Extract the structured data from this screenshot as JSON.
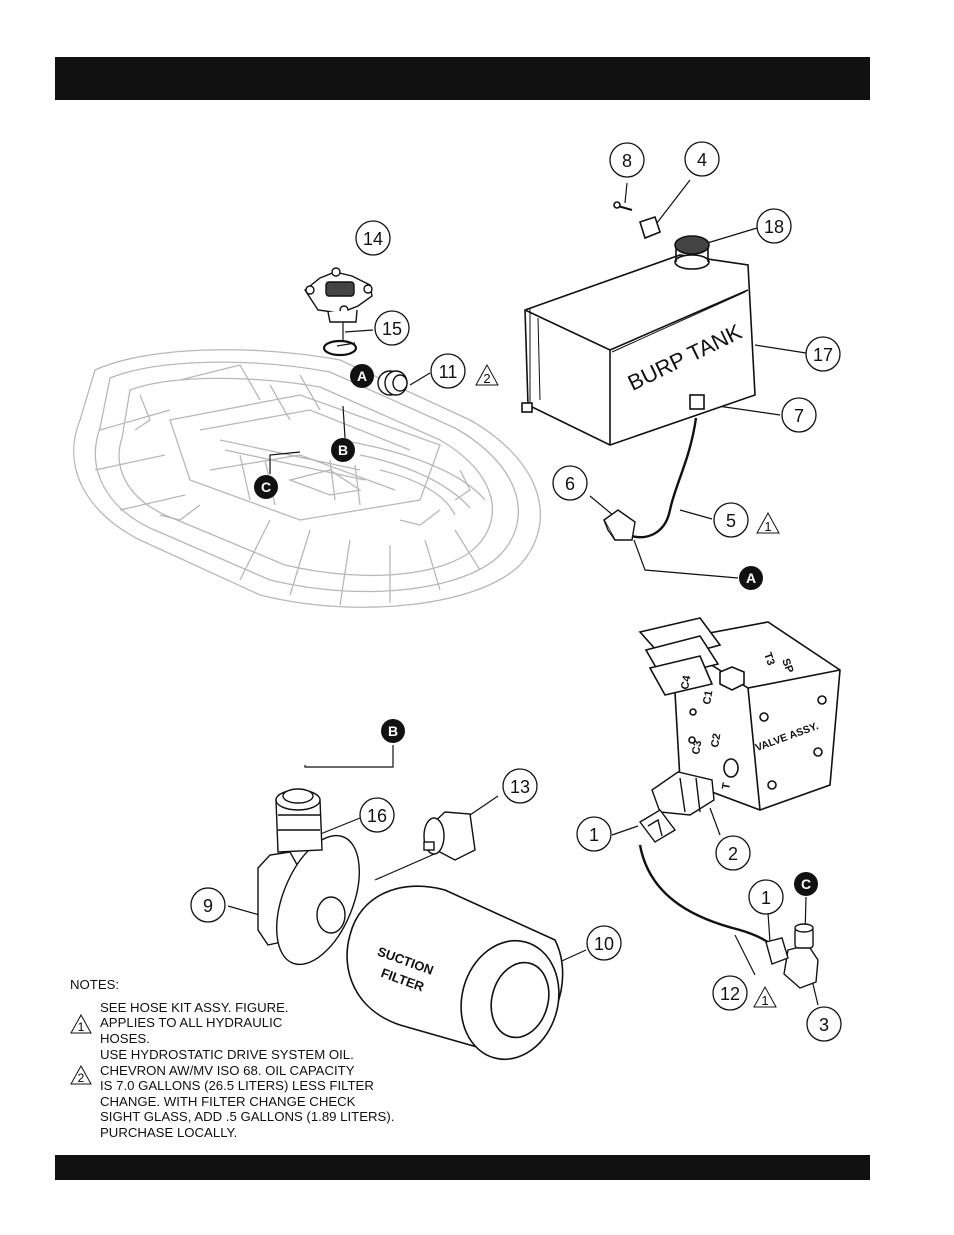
{
  "callouts": {
    "c1a": "1",
    "c1b": "1",
    "c2": "2",
    "c3": "3",
    "c4": "4",
    "c5": "5",
    "c6": "6",
    "c7": "7",
    "c8": "8",
    "c9": "9",
    "c10": "10",
    "c11": "11",
    "c12": "12",
    "c13": "13",
    "c14": "14",
    "c15": "15",
    "c16": "16",
    "c17": "17",
    "c18": "18"
  },
  "connection_markers": {
    "a_top": "A",
    "a_hose": "A",
    "b_top": "B",
    "b_bottom": "B",
    "c_top": "C",
    "c_bottom": "C"
  },
  "note_triangles": {
    "t1": "1",
    "t2": "2",
    "t3": "1",
    "t4": "1"
  },
  "part_labels": {
    "burp_tank": "BURP TANK",
    "suction_filter_line1": "SUCTION",
    "suction_filter_line2": "FILTER",
    "valve_assy": "VALVE ASSY.",
    "port_sp": "SP",
    "port_t3": "T3",
    "port_c4": "C4",
    "port_c1": "C1",
    "port_c3": "C3",
    "port_c2": "C2",
    "port_t": "T"
  },
  "notes": {
    "title": "NOTES:",
    "note1": {
      "marker": "1",
      "lines": [
        "SEE HOSE KIT ASSY. FIGURE.",
        "APPLIES TO ALL HYDRAULIC",
        "HOSES."
      ]
    },
    "note2": {
      "marker": "2",
      "lines": [
        "USE HYDROSTATIC DRIVE SYSTEM OIL.",
        "CHEVRON AW/MV ISO 68. OIL CAPACITY",
        "IS 7.0 GALLONS (26.5 LITERS) LESS FILTER",
        "CHANGE. WITH FILTER CHANGE CHECK",
        "SIGHT GLASS, ADD .5 GALLONS (1.89 LITERS).",
        "PURCHASE LOCALLY."
      ]
    }
  }
}
